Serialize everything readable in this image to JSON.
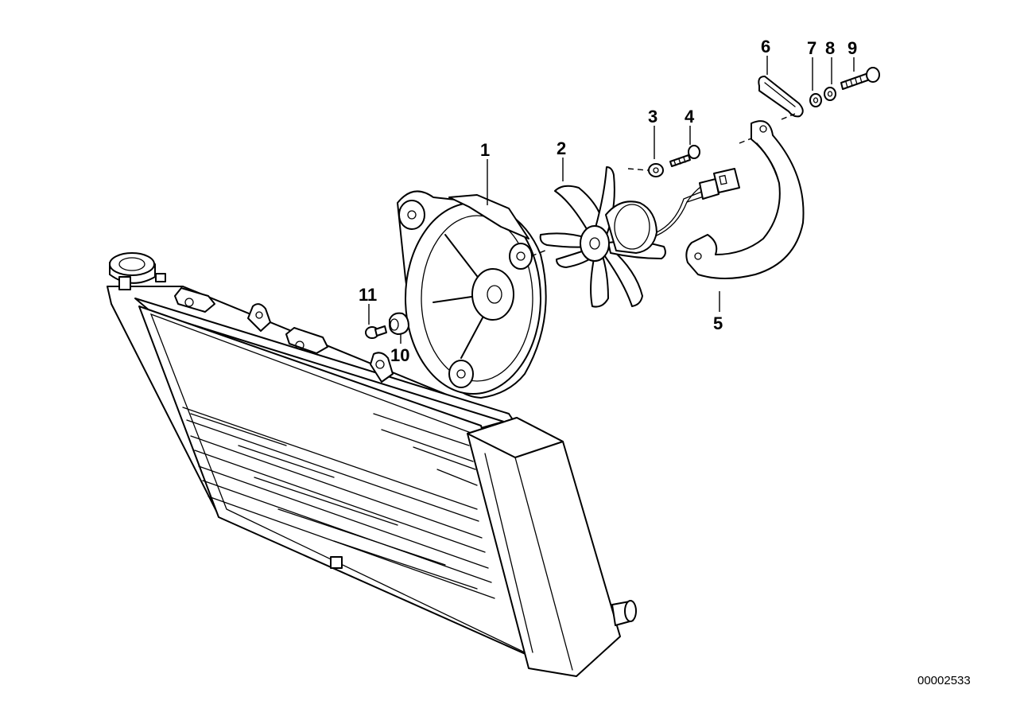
{
  "callouts": {
    "p1": "1",
    "p2": "2",
    "p3": "3",
    "p4": "4",
    "p5": "5",
    "p6": "6",
    "p7": "7",
    "p8": "8",
    "p9": "9",
    "p10": "10",
    "p11": "11"
  },
  "drawing_number": "00002533",
  "colors": {
    "line": "#000000",
    "background": "#ffffff"
  }
}
